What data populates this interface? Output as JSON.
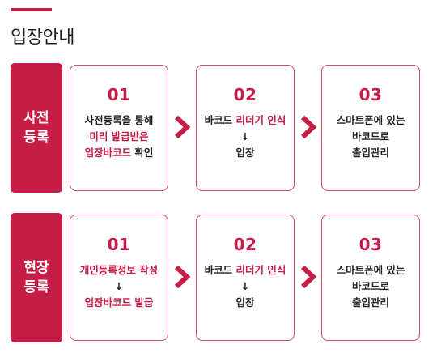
{
  "title": "입장안내",
  "colors": {
    "accent": "#c41e46"
  },
  "rows": [
    {
      "label_line1": "사전",
      "label_line2": "등록",
      "cards": [
        {
          "num": "01",
          "l1": "사전등록을 통해",
          "l2": "미리 발급받은",
          "l3a": "입장바코드",
          "l3b": " 확인"
        },
        {
          "num": "02",
          "l1a": "바코드 ",
          "l1b": "리더기 인식",
          "l2": "↓",
          "l3": "입장"
        },
        {
          "num": "03",
          "l1": "스마트폰에 있는",
          "l2": "바코드로",
          "l3": "출입관리"
        }
      ]
    },
    {
      "label_line1": "현장",
      "label_line2": "등록",
      "cards": [
        {
          "num": "01",
          "l1": "개인등록정보 작성",
          "l2": "↓",
          "l3": "입장바코드 발급"
        },
        {
          "num": "02",
          "l1a": "바코드 ",
          "l1b": "리더기 인식",
          "l2": "↓",
          "l3": "입장"
        },
        {
          "num": "03",
          "l1": "스마트폰에 있는",
          "l2": "바코드로",
          "l3": "출입관리"
        }
      ]
    }
  ],
  "icons": {
    "step_arrow": "chevron-right-icon"
  }
}
